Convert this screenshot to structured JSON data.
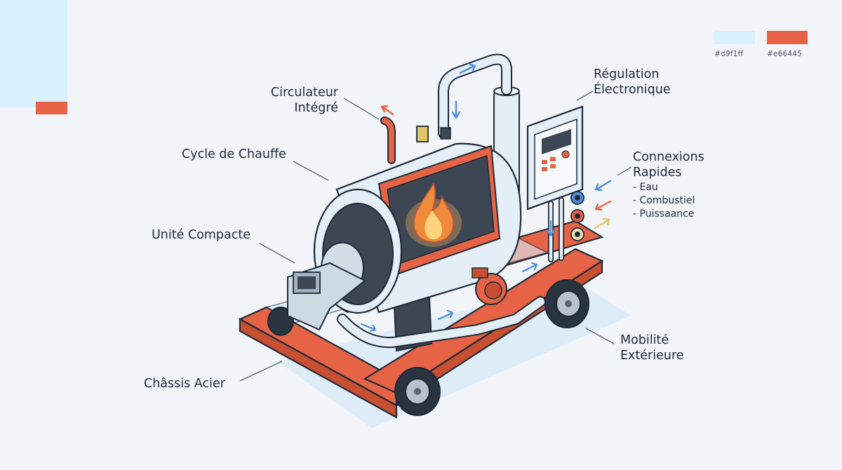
{
  "palette": [
    {
      "hex": "#d9f1ff",
      "label": "#d9f1ff"
    },
    {
      "hex": "#e66445",
      "label": "#e66445"
    }
  ],
  "labels": {
    "circulateur": {
      "line1": "Circulateur",
      "line2": "Intégré"
    },
    "cycle": "Cycle de Chauffe",
    "unite": "Unité Compacte",
    "chassis": "Châssis Acier",
    "regulation": {
      "line1": "Régulation",
      "line2": "Électronique"
    },
    "connexions": {
      "line1": "Connexions",
      "line2": "Rapides",
      "items": [
        "- Eau",
        "- Combustiel",
        "- Puissaance"
      ]
    },
    "mobilite": {
      "line1": "Mobilité",
      "line2": "Extérieure"
    }
  },
  "icons": [
    "flame-icon",
    "flow-arrow-icon"
  ]
}
